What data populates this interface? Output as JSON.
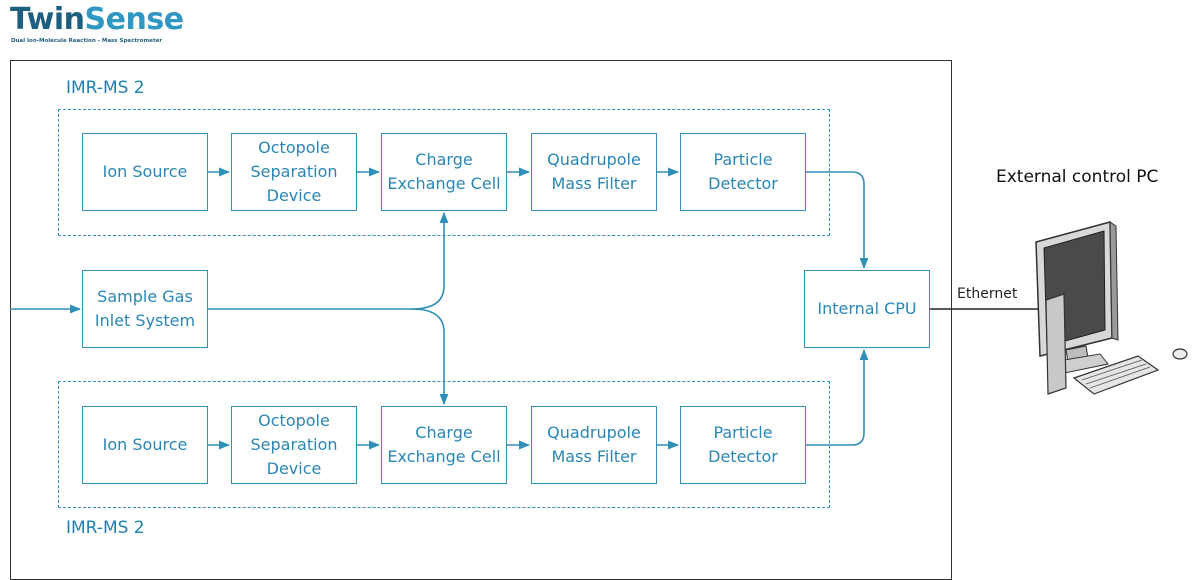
{
  "logo": {
    "title_part1": "Twin",
    "title_part2": "Sense",
    "subtitle": "Dual Ion-Molecule Reaction - Mass Spectrometer"
  },
  "groups": {
    "top_label": "IMR-MS 2",
    "bottom_label": "IMR-MS 2"
  },
  "blocks": {
    "ion_source": "Ion Source",
    "octopole": "Octopole\nSeparation\nDevice",
    "charge_exchange": "Charge\nExchange Cell",
    "quadrupole": "Quadrupole\nMass Filter",
    "detector": "Particle\nDetector",
    "sample_gas": "Sample Gas\nInlet System",
    "cpu": "Internal CPU"
  },
  "external": {
    "pc_label": "External control PC",
    "link_label": "Ethernet"
  },
  "colors": {
    "accent": "#2f8fb8",
    "text_blue": "#2a86b5",
    "frame": "#333333"
  }
}
